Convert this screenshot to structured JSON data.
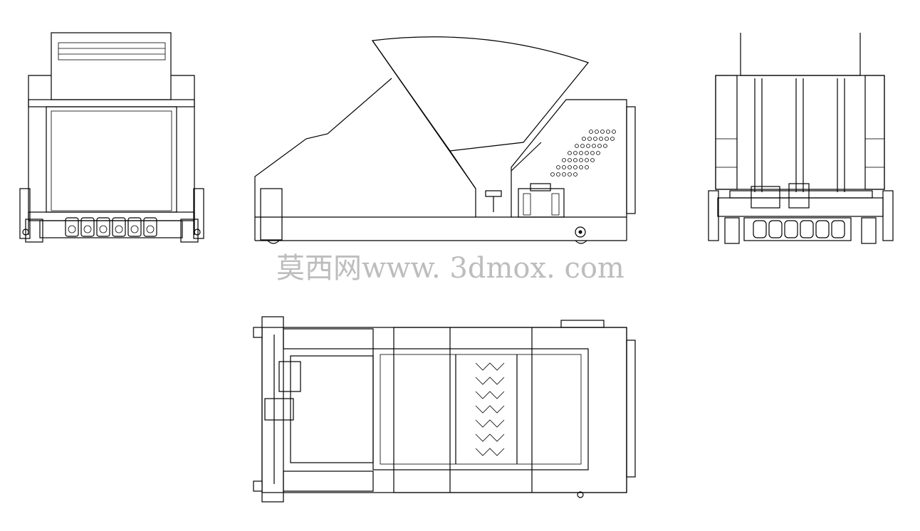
{
  "watermark": {
    "text": "莫西网www. 3dmox. com",
    "color": "#bdbdbd"
  },
  "views": [
    "front",
    "side",
    "rear",
    "top"
  ],
  "colors": {
    "line": "#000000",
    "background": "#ffffff"
  }
}
